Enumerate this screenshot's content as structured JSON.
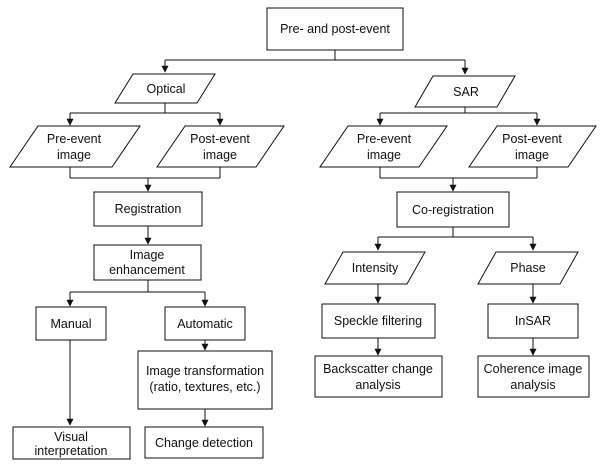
{
  "root": {
    "label": "Pre- and post-event"
  },
  "optical": {
    "label": "Optical",
    "pre_event": [
      "Pre-event",
      "image"
    ],
    "post_event": [
      "Post-event",
      "image"
    ],
    "registration": "Registration",
    "enhancement": [
      "Image",
      "enhancement"
    ],
    "manual": "Manual",
    "automatic": "Automatic",
    "transformation": [
      "Image transformation",
      "(ratio, textures, etc.)"
    ],
    "visual": [
      "Visual",
      "interpretation"
    ],
    "change_detection": "Change detection"
  },
  "sar": {
    "label": "SAR",
    "pre_event": [
      "Pre-event",
      "image"
    ],
    "post_event": [
      "Post-event",
      "image"
    ],
    "coregistration": "Co-registration",
    "intensity": "Intensity",
    "phase": "Phase",
    "speckle": "Speckle filtering",
    "insar": "InSAR",
    "backscatter": [
      "Backscatter change",
      "analysis"
    ],
    "coherence": [
      "Coherence image",
      "analysis"
    ]
  }
}
